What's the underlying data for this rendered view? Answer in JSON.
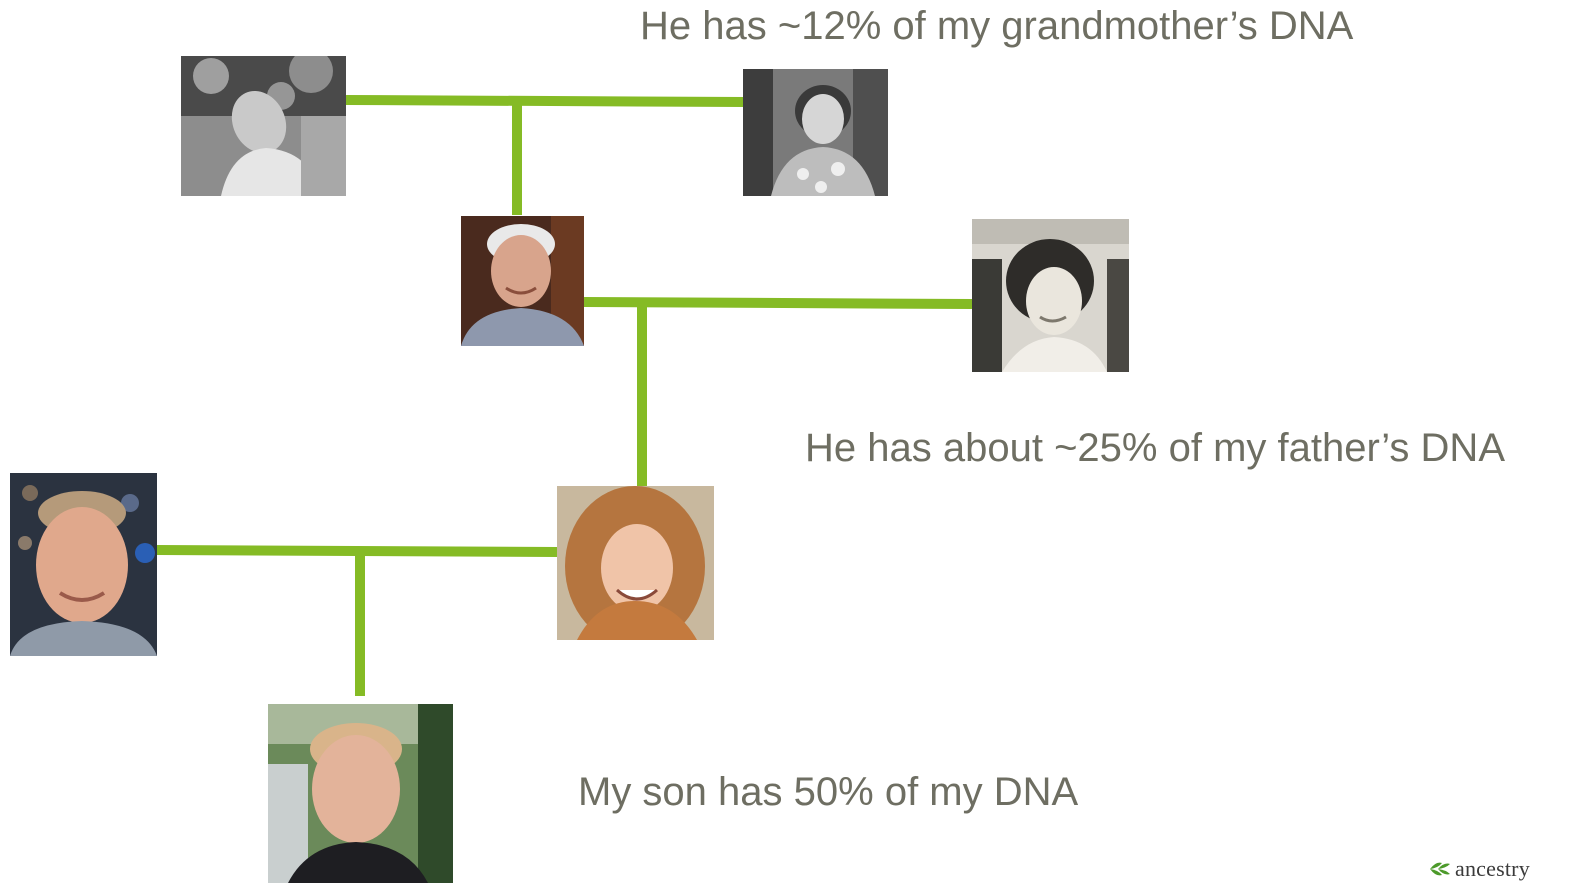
{
  "captions": {
    "grandmother": "He has ~12% of my grandmother’s DNA",
    "father": "He has about ~25% of my father’s DNA",
    "son": "My son has 50% of my DNA"
  },
  "logo": {
    "text": "ancestry",
    "icon": "leaf-icon",
    "color": "#4c9a2a"
  },
  "colors": {
    "connector": "#85bb25",
    "caption_text": "#6e6e62"
  },
  "people": [
    {
      "id": "great-grandfather",
      "icon": "person-photo-icon"
    },
    {
      "id": "grandmother",
      "icon": "person-photo-icon"
    },
    {
      "id": "father",
      "icon": "person-photo-icon"
    },
    {
      "id": "mother",
      "icon": "person-photo-icon"
    },
    {
      "id": "husband",
      "icon": "person-photo-icon"
    },
    {
      "id": "self",
      "icon": "person-photo-icon"
    },
    {
      "id": "son",
      "icon": "person-photo-icon"
    }
  ]
}
